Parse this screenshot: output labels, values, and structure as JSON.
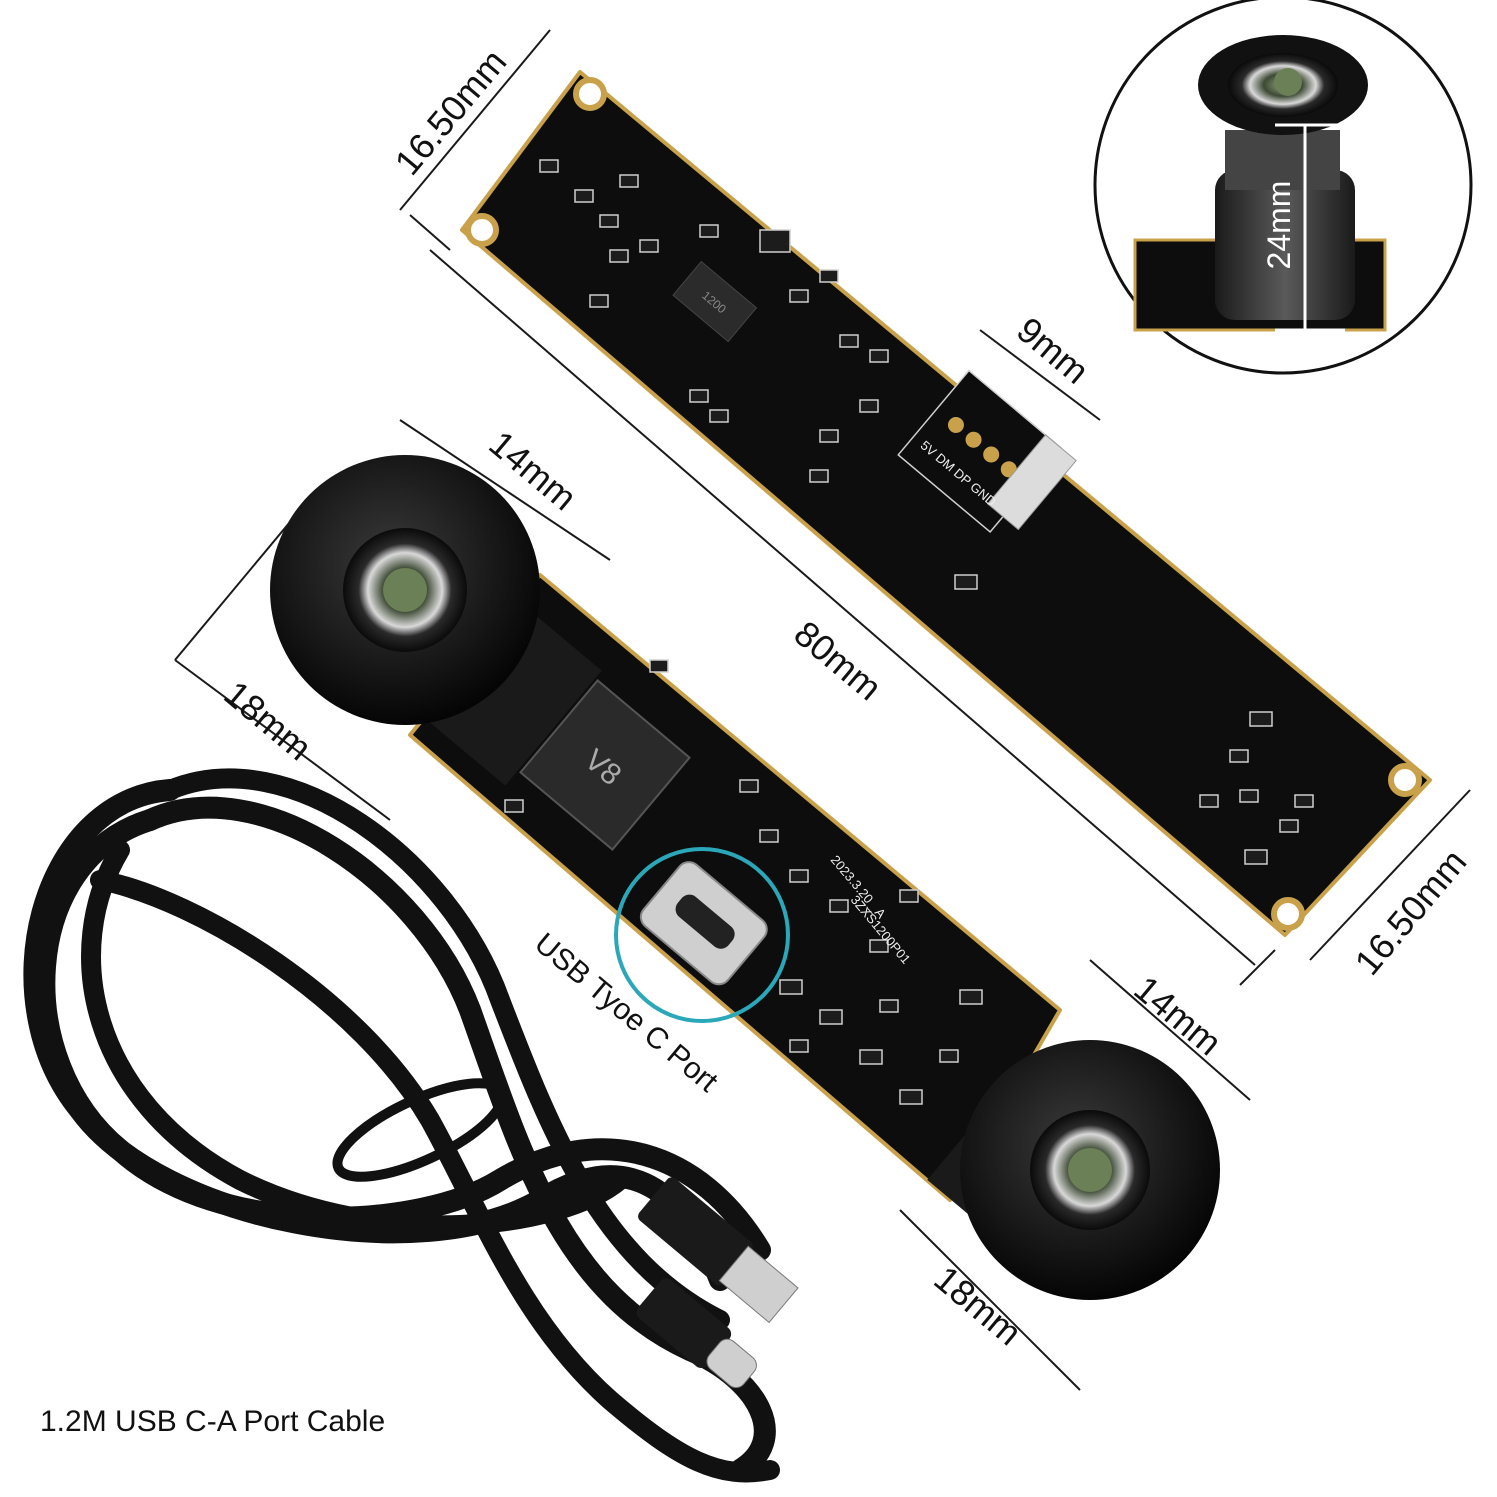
{
  "dimensions": {
    "board_width_top_left": "16.50mm",
    "board_width_right": "16.50mm",
    "board_length": "80mm",
    "connector_width": "9mm",
    "lens_height": "24mm",
    "lens_top_diameter": "14mm",
    "lens_top_holder": "18mm",
    "lens_bottom_diameter": "14mm",
    "lens_bottom_holder": "18mm"
  },
  "board_markings": {
    "chip": "V8",
    "ic": "1200",
    "pins": "5V DM DP GND",
    "date": "2023.3.20 _A",
    "part": "3ZXS1200P01"
  },
  "callouts": {
    "usb_port": "USB Tyoe C Port",
    "cable": "1.2M USB C-A Port Cable"
  },
  "colors": {
    "pcb": "#0d0d0d",
    "pad": "#c9a14a",
    "callout_ring": "#2aa7b8",
    "dimension_line": "#1a1a1a"
  }
}
